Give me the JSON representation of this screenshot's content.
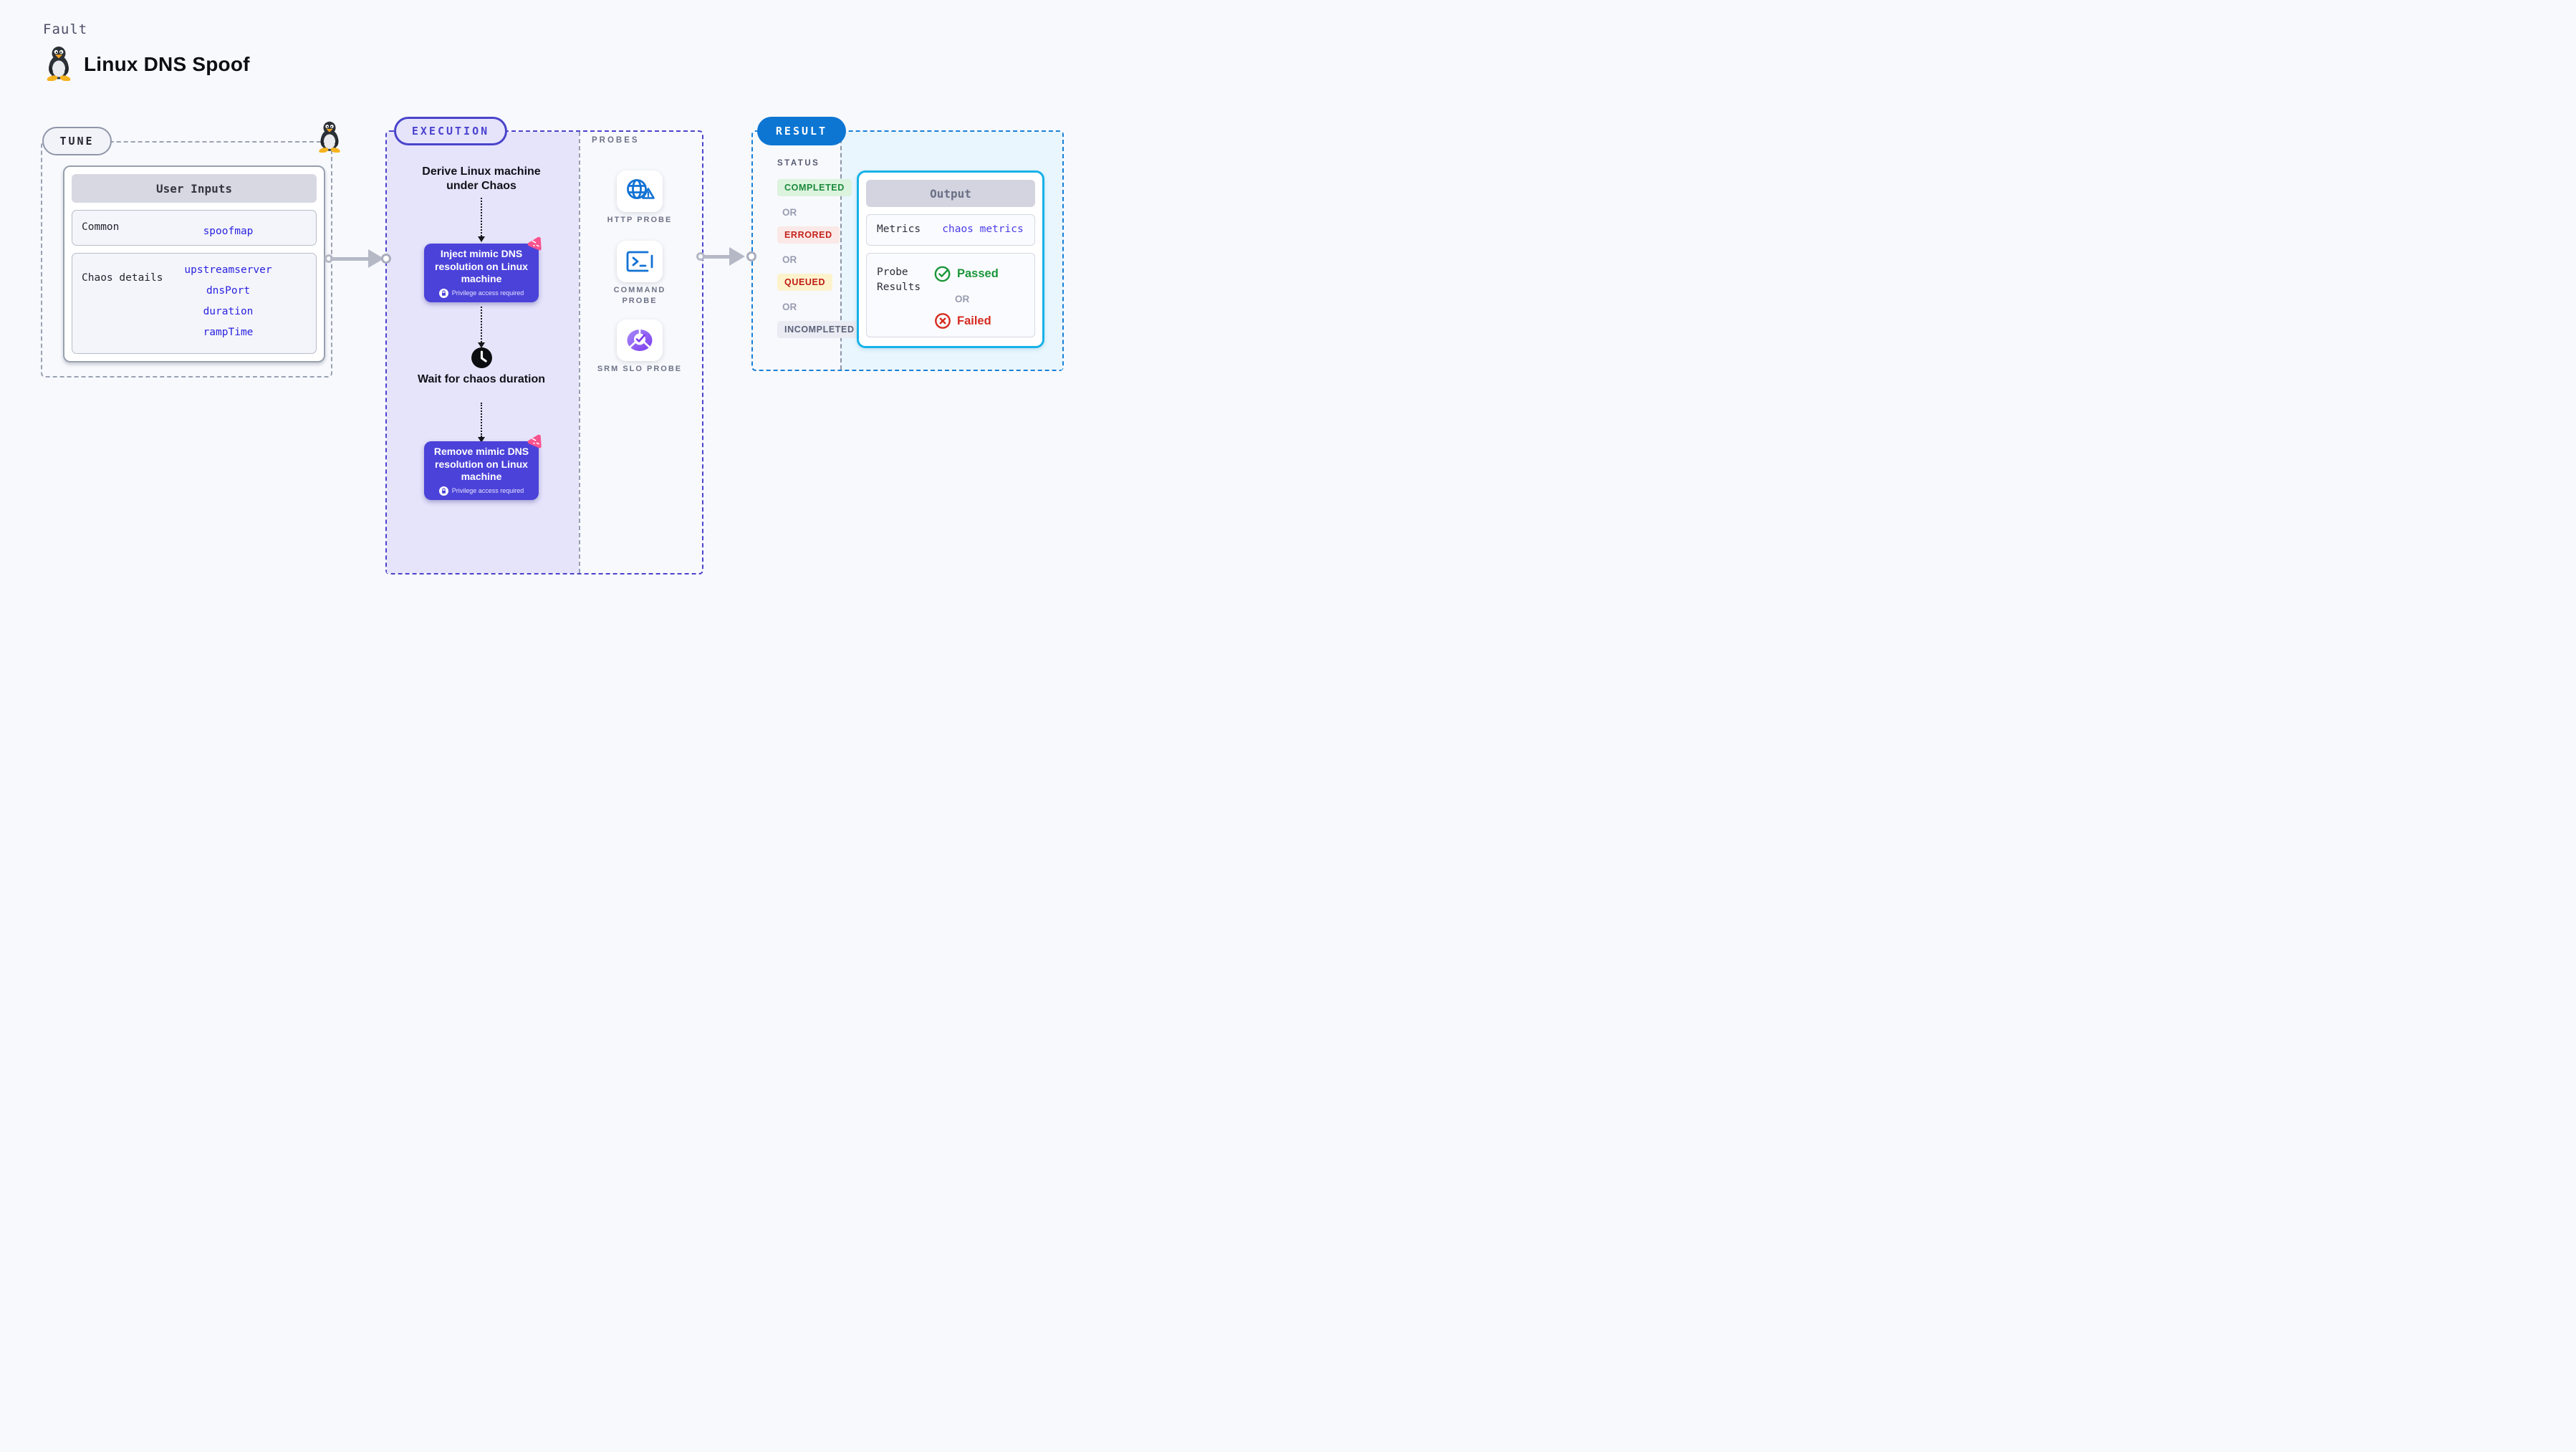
{
  "header": {
    "eyebrow": "Fault",
    "title": "Linux DNS Spoof"
  },
  "tune": {
    "badge": "TUNE",
    "table": {
      "title": "User Inputs",
      "rows": [
        {
          "label": "Common",
          "values": [
            "spoofmap"
          ]
        },
        {
          "label": "Chaos details",
          "values": [
            "upstreamserver",
            "dnsPort",
            "duration",
            "rampTime"
          ]
        }
      ]
    }
  },
  "execution": {
    "badge": "EXECUTION",
    "derive_step": "Derive Linux machine under Chaos",
    "inject_step": {
      "title": "Inject mimic DNS resolution on Linux machine",
      "note": "Privilege access required"
    },
    "wait_step": "Wait for chaos duration",
    "remove_step": {
      "title": "Remove mimic DNS resolution on Linux machine",
      "note": "Privilege access required"
    }
  },
  "probes": {
    "heading": "PROBES",
    "items": [
      {
        "label": "HTTP PROBE",
        "icon": "globe-alert-icon"
      },
      {
        "label": "COMMAND PROBE",
        "icon": "terminal-icon"
      },
      {
        "label": "SRM SLO PROBE",
        "icon": "slo-donut-check-icon"
      }
    ]
  },
  "result": {
    "badge": "RESULT",
    "status": {
      "heading": "STATUS",
      "or_label": "OR",
      "items": [
        {
          "label": "COMPLETED"
        },
        {
          "label": "ERRORED"
        },
        {
          "label": "QUEUED"
        },
        {
          "label": "INCOMPLETED"
        }
      ]
    },
    "output": {
      "title": "Output",
      "metrics_label": "Metrics",
      "metrics_value": "chaos metrics",
      "probe_results_label": "Probe Results",
      "passed_label": "Passed",
      "or_label": "OR",
      "failed_label": "Failed"
    }
  },
  "colors": {
    "accent_indigo": "#4a44cb",
    "execution_fill": "#e6e4fb",
    "chaos_button": "#4b42d9",
    "result_pill_blue": "#0d76d3",
    "result_dash_blue": "#1680d8",
    "result_fill_cyan": "#e9f6fd",
    "output_border_cyan": "#16b2e8",
    "link_blue": "#2b22e0",
    "metrics_link_indigo": "#4a3ce6",
    "passed_green": "#1a9639",
    "failed_red": "#d62b20",
    "completed_green": "#1b8a3c",
    "errored_red": "#c5231d",
    "queued_red": "#c11a12",
    "chaos_logo_pink": "#f9538e",
    "probe_icon_blue": "#1272d4",
    "srm_icon_purple": "#7c3aed"
  }
}
